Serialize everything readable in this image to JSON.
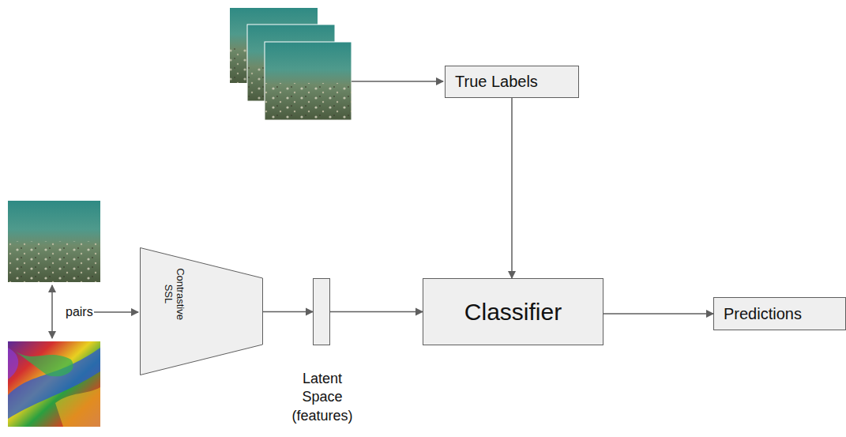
{
  "diagram": {
    "nodes": [
      {
        "text": [
          "True Labels"
        ]
      },
      {
        "text": [
          "Contrastive SSL"
        ]
      },
      {
        "text": [
          "Latent Space (features)"
        ]
      },
      {
        "text": [
          "Classifier"
        ]
      },
      {
        "text": [
          "Predictions"
        ]
      }
    ],
    "edges": [
      {
        "from": 0,
        "to": 3,
        "arrow": "to"
      },
      {
        "from": 1,
        "to": 2,
        "arrow": "to"
      },
      {
        "from": 2,
        "to": 3,
        "arrow": "to"
      },
      {
        "from": 3,
        "to": 4,
        "arrow": "to"
      }
    ],
    "labels": [
      "pairs"
    ]
  }
}
